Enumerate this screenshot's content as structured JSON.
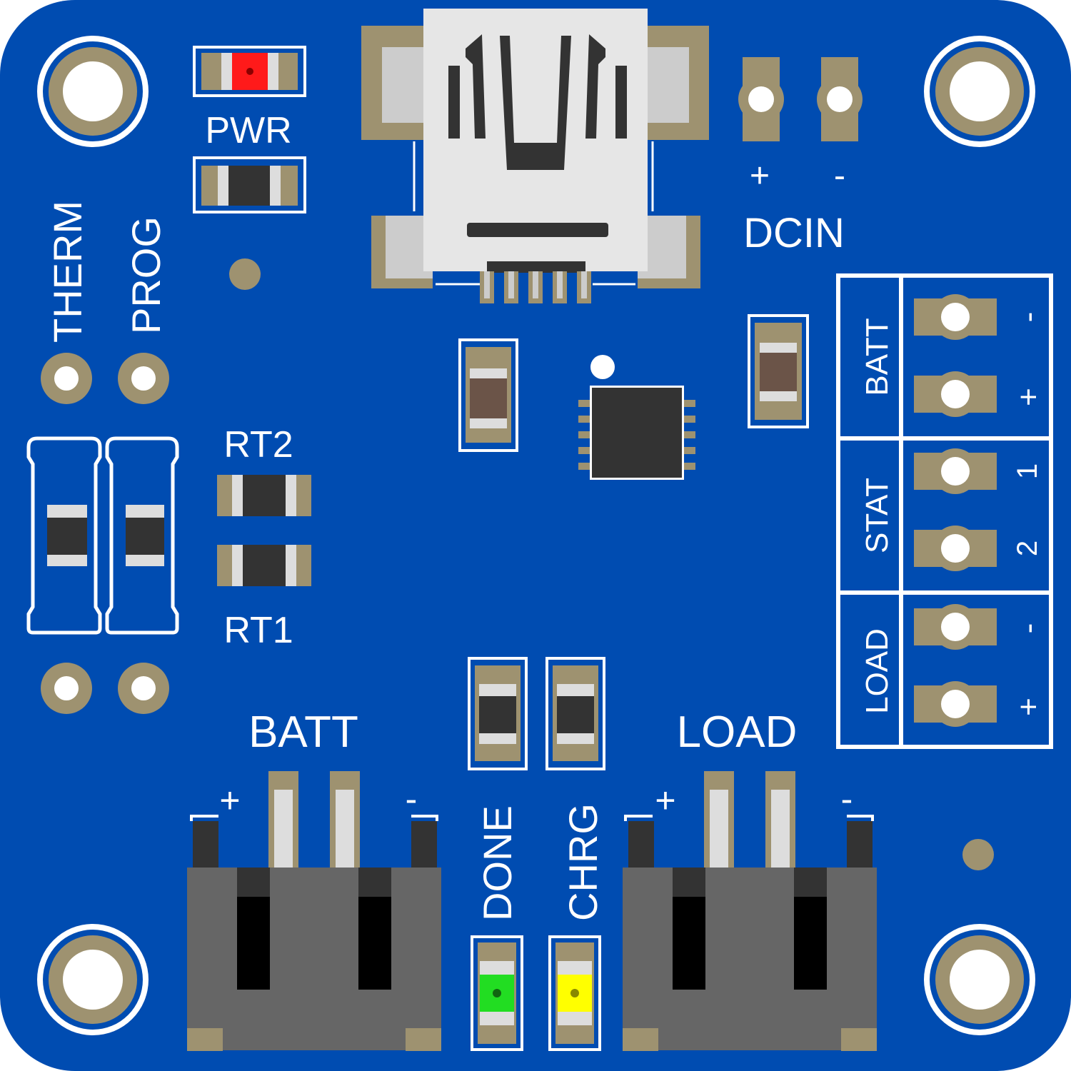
{
  "labels": {
    "pwr": "PWR",
    "therm": "THERM",
    "prog": "PROG",
    "rt2": "RT2",
    "rt1": "RT1",
    "dcin": "DCIN",
    "dcin_plus": "+",
    "dcin_minus": "-",
    "batt_connector": "BATT",
    "load_connector": "LOAD",
    "batt_plus": "+",
    "batt_minus": "-",
    "load_plus": "+",
    "load_minus": "-",
    "done": "DONE",
    "chrg": "CHRG"
  },
  "header_block": {
    "batt": {
      "label": "BATT",
      "pins": [
        "-",
        "+"
      ]
    },
    "stat": {
      "label": "STAT",
      "pins": [
        "1",
        "2"
      ]
    },
    "load": {
      "label": "LOAD",
      "pins": [
        "-",
        "+"
      ]
    }
  },
  "colors": {
    "pcb": "#004cb1",
    "pad": "#9e9270",
    "silkscreen": "#ffffff",
    "led_pwr": "#ff1a1a",
    "led_done": "#22dd22",
    "led_chrg": "#ffff00"
  }
}
